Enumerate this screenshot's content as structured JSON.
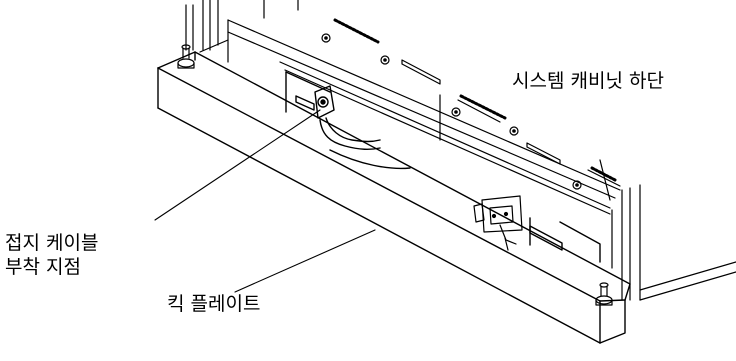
{
  "labels": {
    "cabinet_bottom": "시스템 캐비닛 하단",
    "ground_cable_line1": "접지 케이블",
    "ground_cable_line2": "부착 지점",
    "kick_plate": "킥 플레이트"
  },
  "colors": {
    "line": "#000000",
    "background": "#ffffff"
  }
}
